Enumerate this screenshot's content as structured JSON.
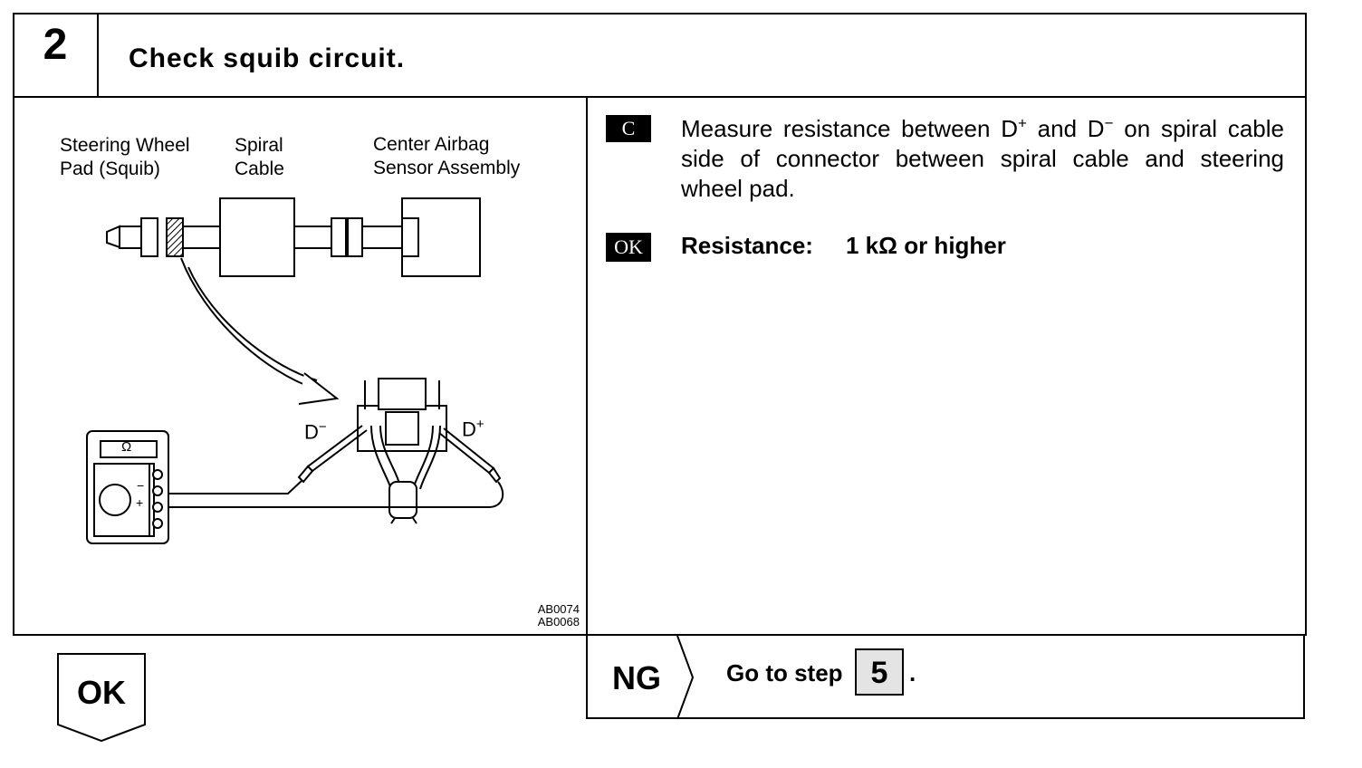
{
  "step": {
    "number": "2",
    "title": "Check squib circuit."
  },
  "diagram": {
    "labels": {
      "steering_wheel_pad": "Steering Wheel\nPad (Squib)",
      "spiral_cable": "Spiral\nCable",
      "sensor_assembly": "Center Airbag\nSensor Assembly",
      "d_minus": "D",
      "d_plus": "D",
      "d_minus_sign": "−",
      "d_plus_sign": "+",
      "meter_display": "Ω",
      "meter_minus": "−",
      "meter_plus": "+"
    },
    "figure_codes": "AB0074\nAB0068"
  },
  "check": {
    "badge": "C",
    "text_1": "Measure resistance between D",
    "sup_plus": "+",
    "text_2": " and D",
    "sup_minus": "−",
    "text_3": " on spiral cable side of connector between spiral cable and steering wheel pad."
  },
  "ok_result": {
    "badge": "OK",
    "label": "Resistance:",
    "value": "1 kΩ or higher"
  },
  "ng": {
    "label": "NG",
    "goto_text": "Go to step",
    "step": "5",
    "period": "."
  },
  "ok_flow": {
    "label": "OK"
  }
}
